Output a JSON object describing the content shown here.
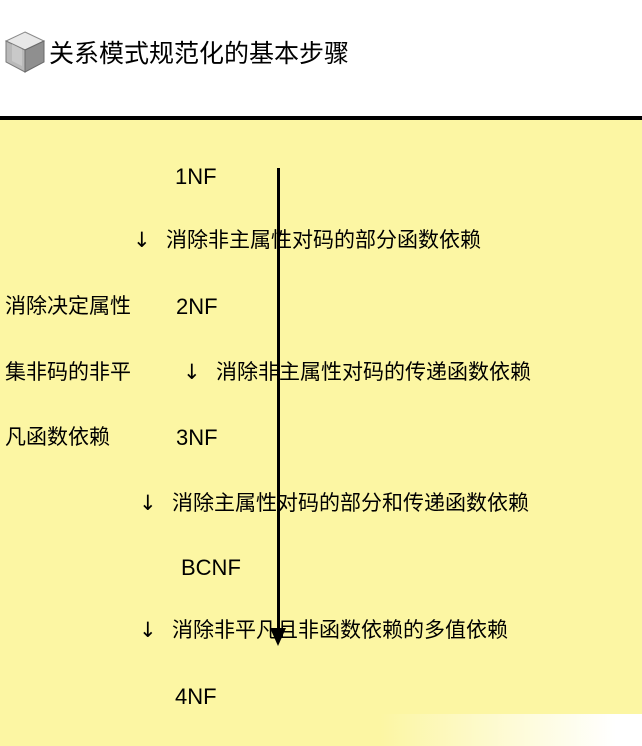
{
  "header": {
    "title": "关系模式规范化的基本步骤"
  },
  "steps": {
    "nf1": "1NF",
    "arrow1": "↓",
    "step1": "消除非主属性对码的部分函数依赖",
    "nf2": "2NF",
    "arrow2": "↓",
    "step2": "消除非主属性对码的传递函数依赖",
    "nf3": "3NF",
    "arrow3": "↓",
    "step3": "消除主属性对码的部分和传递函数依赖",
    "bcnf": "BCNF",
    "arrow4": "↓",
    "step4": "消除非平凡且非函数依赖的多值依赖",
    "nf4": "4NF"
  },
  "side_note": {
    "line1": "消除决定属性",
    "line2": "集非码的非平",
    "line3": "凡函数依赖"
  },
  "colors": {
    "panel": "#fcf6a3",
    "text": "#000000",
    "rule": "#000000"
  }
}
